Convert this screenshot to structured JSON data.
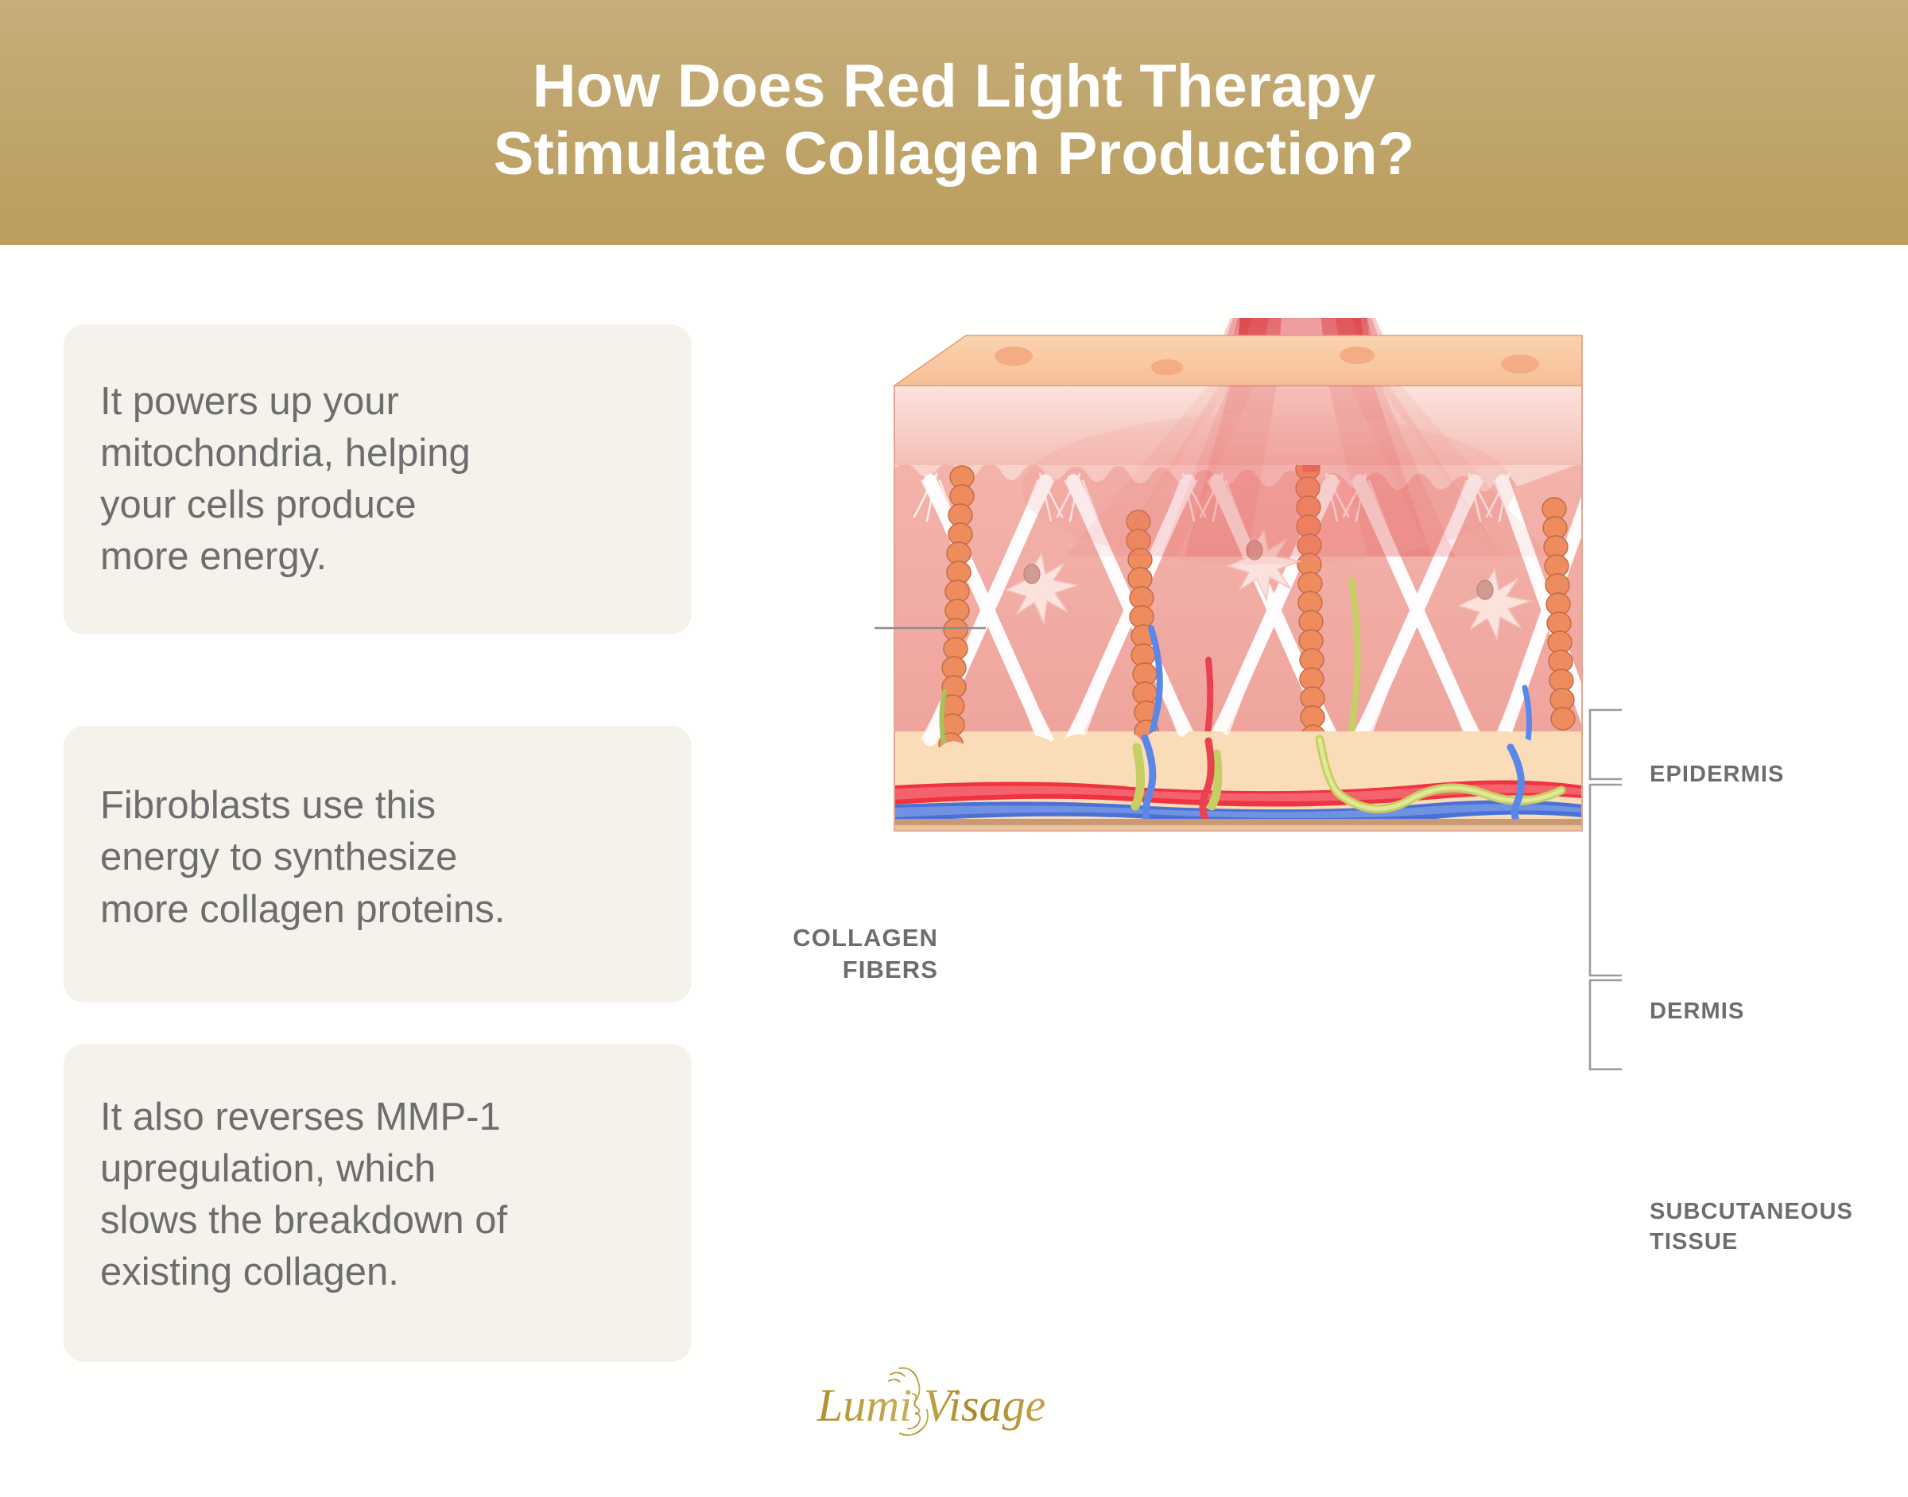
{
  "header": {
    "title": "How Does Red Light Therapy\nStimulate Collagen Production?",
    "background_color": "#bb9d5c",
    "text_color": "#ffffff"
  },
  "cards": [
    {
      "text": "It powers up your\nmitochondria, helping\nyour cells produce\nmore energy."
    },
    {
      "text": "Fibroblasts use this\nenergy to synthesize\nmore collagen proteins."
    },
    {
      "text": "It also reverses MMP-1\nupregulation, which\nslows the breakdown of\nexisting collagen."
    }
  ],
  "card_style": {
    "background_color": "#f4f2ea",
    "text_color": "#6d6d6d"
  },
  "diagram": {
    "callout_collagen": "COLLAGEN\nFIBERS",
    "layers": [
      {
        "name": "EPIDERMIS"
      },
      {
        "name": "DERMIS"
      },
      {
        "name": "SUBCUTANEOUS\nTISSUE"
      }
    ],
    "label_color": "#6d6d6d",
    "beam_color": "#e02a2a",
    "epidermis_color": "#f7c9a6",
    "dermis_color": "#f0a9a3",
    "subcutaneous_color": "#fadcb9",
    "collagen_fiber_color": "#ffffff",
    "artery_color": "#ef3340",
    "vein_color": "#4a72d6",
    "nerve_color": "#c6cf63",
    "follicle_color": "#ee8c5e"
  },
  "logo": {
    "text": "Lumi Visage",
    "color": "#a8872e"
  }
}
